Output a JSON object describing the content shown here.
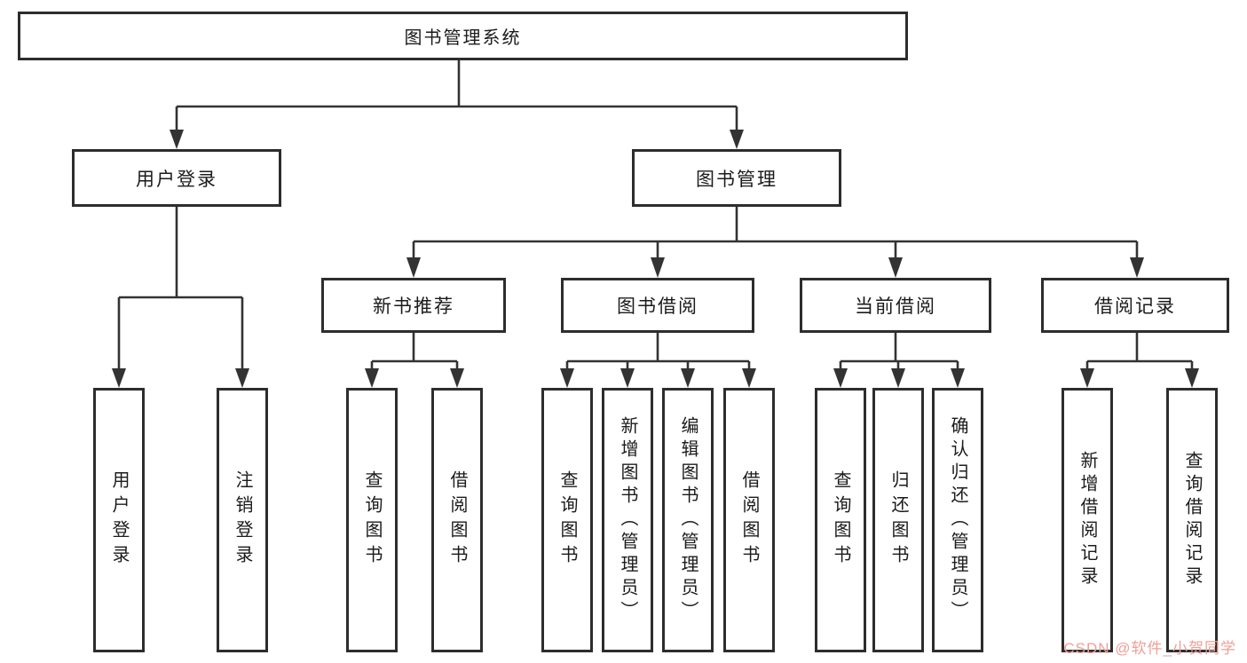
{
  "diagram_title": "图书管理系统",
  "colors": {
    "line": "#333333",
    "box_border": "#2d2d2d",
    "text": "#1b1b1b",
    "background": "#ffffff",
    "watermark": "#ef9f96"
  },
  "watermark": {
    "text": "CSDN @软件_小贺同学"
  },
  "tree": {
    "root": {
      "label": "图书管理系统"
    },
    "branches": [
      {
        "label": "用户登录",
        "leaves": [
          {
            "label": "用户登录"
          },
          {
            "label": "注销登录"
          }
        ]
      },
      {
        "label": "图书管理",
        "sections": [
          {
            "label": "新书推荐",
            "leaves": [
              {
                "label": "查询图书"
              },
              {
                "label": "借阅图书"
              }
            ]
          },
          {
            "label": "图书借阅",
            "leaves": [
              {
                "label": "查询图书"
              },
              {
                "label": "新增图书（管理员）"
              },
              {
                "label": "编辑图书（管理员）"
              },
              {
                "label": "借阅图书"
              }
            ]
          },
          {
            "label": "当前借阅",
            "leaves": [
              {
                "label": "查询图书"
              },
              {
                "label": "归还图书"
              },
              {
                "label": "确认归还（管理员）"
              }
            ]
          },
          {
            "label": "借阅记录",
            "leaves": [
              {
                "label": "新增借阅记录"
              },
              {
                "label": "查询借阅记录"
              }
            ]
          }
        ]
      }
    ]
  }
}
